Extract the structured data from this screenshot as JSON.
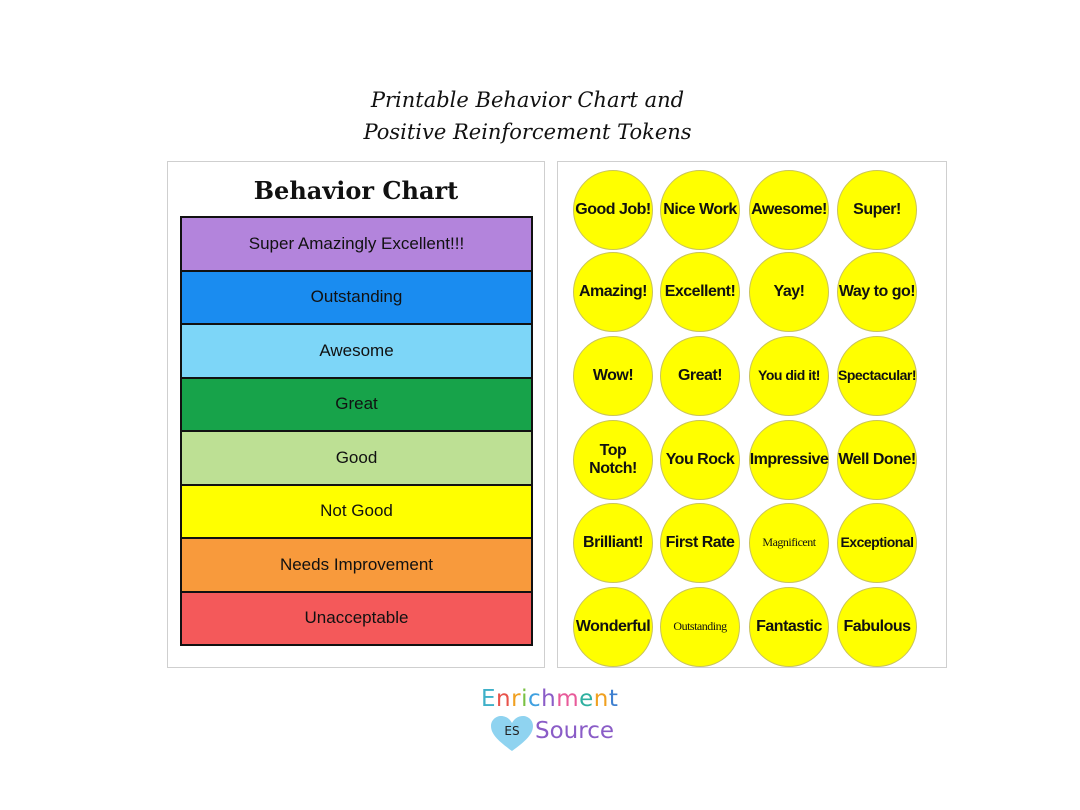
{
  "header": {
    "title_line1": "Printable Behavior Chart and",
    "title_line2": "Positive Reinforcement Tokens"
  },
  "behavior_chart": {
    "title": "Behavior Chart",
    "levels": [
      {
        "label": "Super Amazingly Excellent!!!",
        "color": "#b384dc"
      },
      {
        "label": "Outstanding",
        "color": "#1a8cf0"
      },
      {
        "label": "Awesome",
        "color": "#7dd6f8"
      },
      {
        "label": "Great",
        "color": "#17a34a"
      },
      {
        "label": "Good",
        "color": "#bde094"
      },
      {
        "label": "Not Good",
        "color": "#ffff00"
      },
      {
        "label": "Needs Improvement",
        "color": "#f89a3c"
      },
      {
        "label": "Unacceptable",
        "color": "#f4595a"
      }
    ]
  },
  "tokens": {
    "color": "#ffff00",
    "items": [
      "Good Job!",
      "Nice Work",
      "Awesome!",
      "Super!",
      "Amazing!",
      "Excellent!",
      "Yay!",
      "Way to go!",
      "Wow!",
      "Great!",
      "You did it!",
      "Spectacular!",
      "Top Notch!",
      "You Rock",
      "Impressive",
      "Well Done!",
      "Brilliant!",
      "First Rate",
      "Magnificent",
      "Exceptional",
      "Wonderful",
      "Outstanding",
      "Fantastic",
      "Fabulous"
    ]
  },
  "logo": {
    "line1": "Enrichment",
    "initials": "ES",
    "line2": "Source",
    "heart_color": "#8fd3f0"
  }
}
